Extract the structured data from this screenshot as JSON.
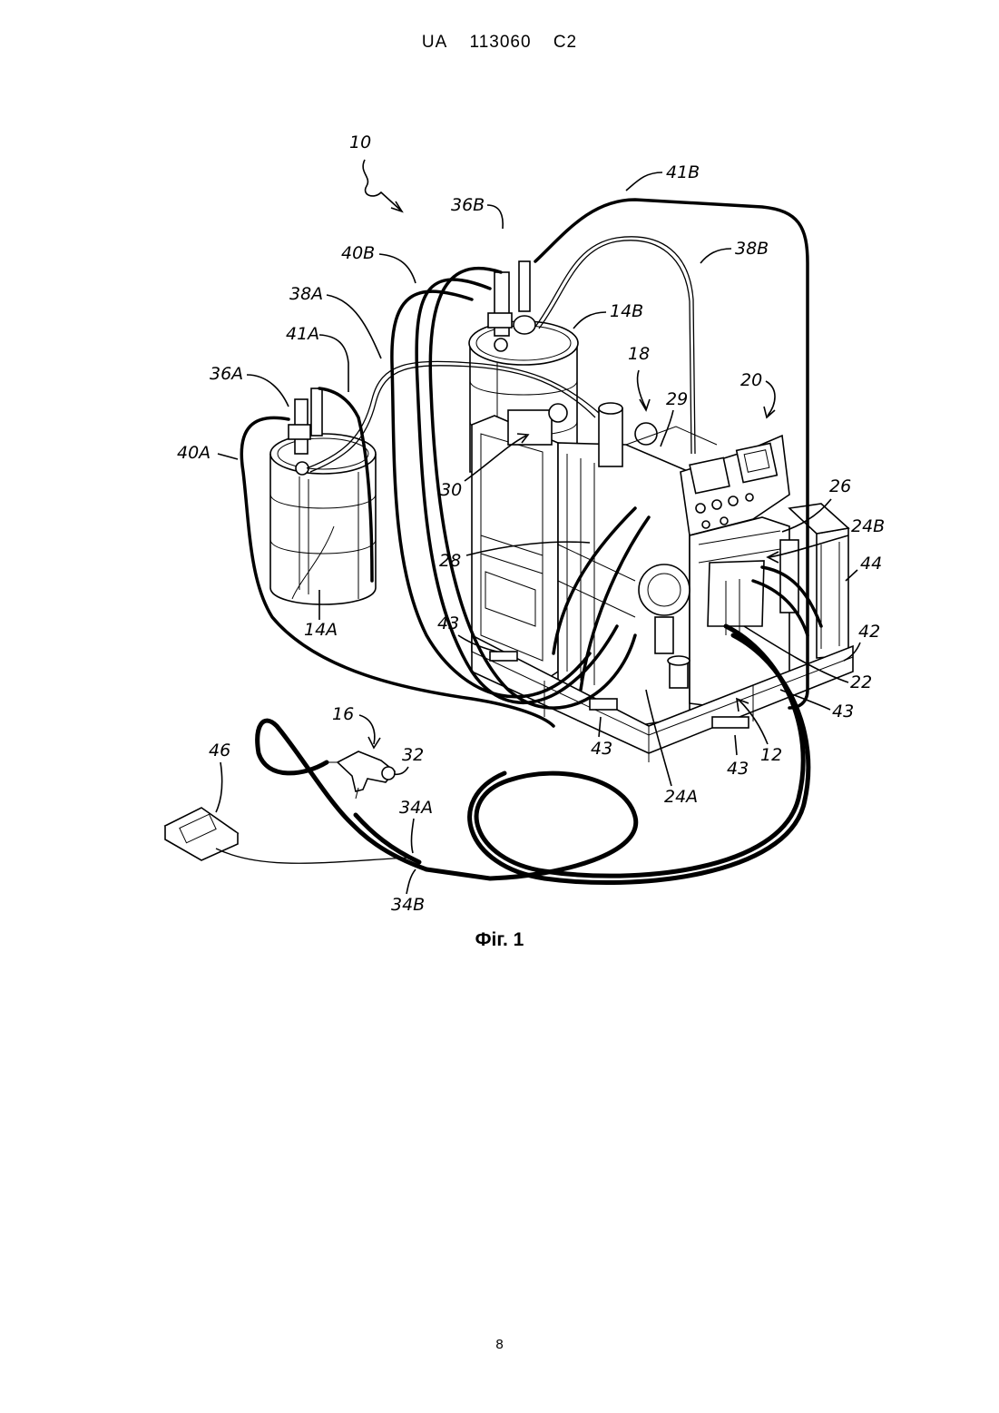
{
  "header": {
    "country": "UA",
    "number": "113060",
    "kind": "C2"
  },
  "figure": {
    "caption": "Фіг. 1",
    "reference_labels": {
      "r10": "10",
      "r41B": "41B",
      "r36B": "36B",
      "r40B": "40B",
      "r38B": "38B",
      "r38A": "38A",
      "r14B": "14B",
      "r41A": "41A",
      "r18": "18",
      "r36A": "36A",
      "r29": "29",
      "r20": "20",
      "r40A": "40A",
      "r30": "30",
      "r26": "26",
      "r24B": "24B",
      "r28": "28",
      "r44": "44",
      "r14A": "14A",
      "r43a": "43",
      "r42": "42",
      "r22": "22",
      "r43b": "43",
      "r16": "16",
      "r46": "46",
      "r32": "32",
      "r43c": "43",
      "r12": "12",
      "r43d": "43",
      "r24A": "24A",
      "r34A": "34A",
      "r34B": "34B"
    }
  },
  "footer": {
    "page_number": "8"
  }
}
